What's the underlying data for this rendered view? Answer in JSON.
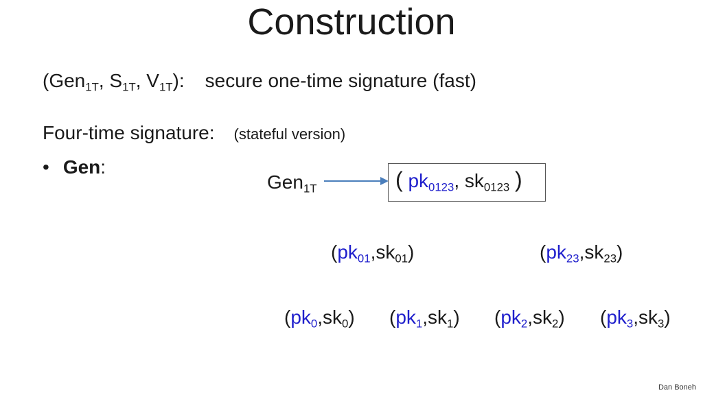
{
  "title": "Construction",
  "line1": {
    "gen": "Gen",
    "gen_sub": "1T",
    "s": "S",
    "s_sub": "1T",
    "v": "V",
    "v_sub": "1T",
    "description": "secure one-time signature  (fast)"
  },
  "line2": {
    "label": "Four-time signature:",
    "note": "(stateful version)"
  },
  "bullet": {
    "label": "Gen"
  },
  "diagram": {
    "root_gen": {
      "base": "Gen",
      "sub": "1T"
    },
    "root_pair": {
      "pk": "pk",
      "pk_sub": "0123",
      "sk": "sk",
      "sk_sub": "0123"
    },
    "level1": [
      {
        "pk": "pk",
        "pk_sub": "01",
        "sk": "sk",
        "sk_sub": "01"
      },
      {
        "pk": "pk",
        "pk_sub": "23",
        "sk": "sk",
        "sk_sub": "23"
      }
    ],
    "level2": [
      {
        "pk": "pk",
        "pk_sub": "0",
        "sk": "sk",
        "sk_sub": "0"
      },
      {
        "pk": "pk",
        "pk_sub": "1",
        "sk": "sk",
        "sk_sub": "1"
      },
      {
        "pk": "pk",
        "pk_sub": "2",
        "sk": "sk",
        "sk_sub": "2"
      },
      {
        "pk": "pk",
        "pk_sub": "3",
        "sk": "sk",
        "sk_sub": "3"
      }
    ]
  },
  "colors": {
    "pk_text": "#1f1fcc",
    "arrow": "#4a7ebb"
  },
  "footer": "Dan Boneh"
}
